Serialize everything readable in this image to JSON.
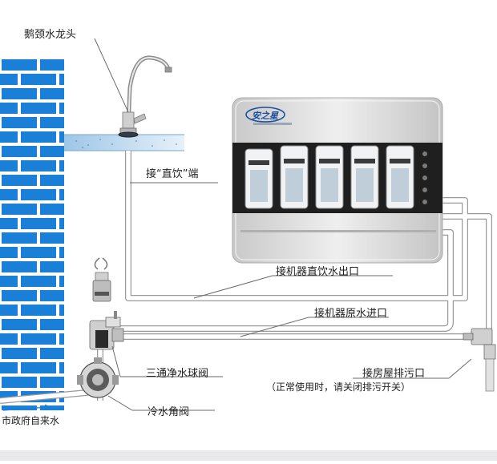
{
  "labels": {
    "faucet": "鹅颈水龙头",
    "drinking_end": "接“直饮”端",
    "machine_outlet": "接机器直饮水出口",
    "machine_inlet": "接机器原水进口",
    "ball_valve": "三通净水球阀",
    "drain": "接房屋排污口",
    "drain_note": "（正常使用时，请关闭排污开关）",
    "angle_valve": "冷水角阀",
    "city_water": "市政府自来水"
  },
  "brand": {
    "name": "安之星"
  },
  "colors": {
    "brick": "#1a7fd6",
    "mortar": "#ffffff",
    "pipe_fill": "#ffffff",
    "pipe_stroke": "#9a9a9a",
    "machine_body": "#d7d7d7",
    "machine_panel": "#2a2a2a",
    "accent_blue": "#1b4f9c"
  },
  "icons": [
    "faucet-icon",
    "ball-valve-icon",
    "angle-valve-icon",
    "drain-valve-icon",
    "purifier-machine-icon"
  ]
}
